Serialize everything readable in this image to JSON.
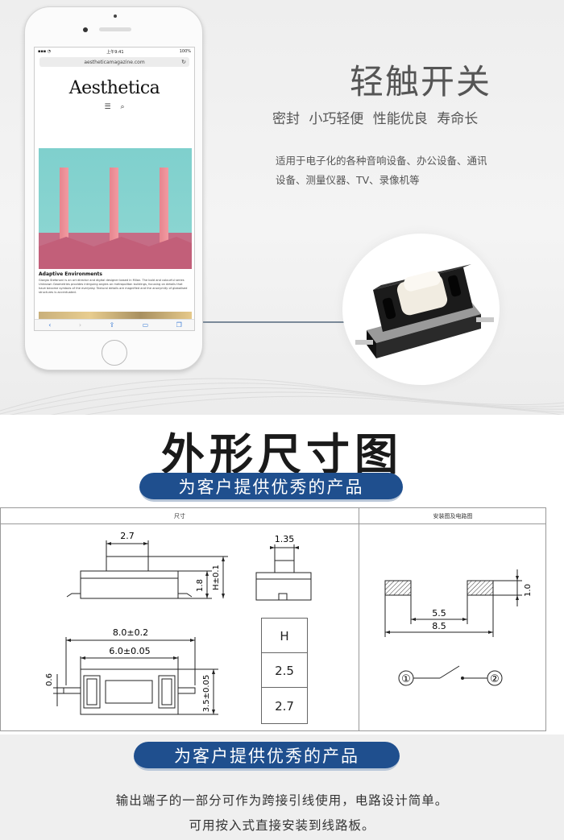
{
  "hero": {
    "title": "轻触开关",
    "subtitle": "密封 小巧轻便 性能优良 寿命长",
    "desc_line1": "适用于电子化的各种音响设备、办公设备、通讯",
    "desc_line2": "设备、测量仪器、TV、录像机等"
  },
  "phone": {
    "status_time": "上午9:41",
    "status_battery": "100%",
    "url": "aestheticamagazine.com",
    "site_title": "Aesthetica",
    "menu_icon": "☰",
    "search_icon": "⌕",
    "article_title": "Adaptive Environments",
    "article_body": "Giorgio Stefanoni is an art director and digital designer based in Milan. The bold and colourful series Unknown Geometries provides intriguing angles on metropolitan buildings, focusing on details that have become symbols of the everyday. Textural details are magnified and the anonymity of globalised structures is accentuated.",
    "toolbar_icons": [
      "back-icon",
      "forward-icon",
      "share-icon",
      "bookmarks-icon",
      "tabs-icon"
    ]
  },
  "dimensions": {
    "section_title": "外形尺寸图",
    "pill_label": "为客户提供优秀的产品",
    "col_size": "尺寸",
    "col_install": "安装图及电路图",
    "side_top_width": "2.7",
    "side_height_label": "1.8",
    "side_h_label": "H±0.1",
    "front_width": "1.35",
    "top_outer": "8.0±0.2",
    "top_inner": "6.0±0.05",
    "top_lead": "0.6",
    "top_depth": "3.5±0.05",
    "h_table_header": "H",
    "h_table_values": [
      "2.5",
      "2.7"
    ],
    "pad_inner": "5.5",
    "pad_outer": "8.5",
    "pad_height": "1.0",
    "circuit_pin1": "①",
    "circuit_pin2": "②"
  },
  "bottom": {
    "pill_label": "为客户提供优秀的产品",
    "line1": "输出端子的一部分可作为跨接引线使用，电路设计简单。",
    "line2": "可用按入式直接安装到线路板。"
  },
  "colors": {
    "pill_blue": "#1f4f8e",
    "hero_bg": "#eeeeee",
    "connector": "#7a8a99"
  }
}
